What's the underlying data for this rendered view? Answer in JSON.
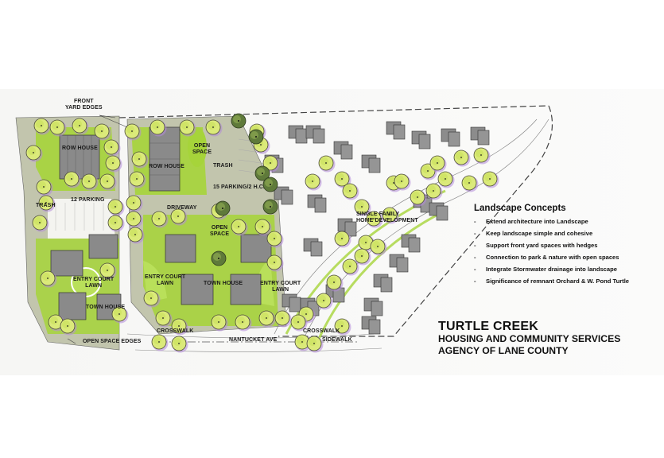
{
  "plan": {
    "title": "TURTLE CREEK",
    "subtitle_lines": [
      "HOUSING AND COMMUNITY SERVICES",
      "AGENCY OF LANE COUNTY"
    ],
    "labels": {
      "front_yard_edges_1": "FRONT",
      "front_yard_edges_2": "YARD EDGES",
      "row_house_west": "ROW HOUSE",
      "row_house_center": "ROW HOUSE",
      "open_space_north_1": "OPEN",
      "open_space_north_2": "SPACE",
      "trash_north": "TRASH",
      "trash_west": "TRASH",
      "parking_12": "12 PARKING",
      "parking_15": "15 PARKING/2 H.C.",
      "driveway": "DRIVEWAY",
      "open_space_center_1": "OPEN",
      "open_space_center_2": "SPACE",
      "entry_court_west_1": "ENTRY COURT",
      "entry_court_west_2": "LAWN",
      "entry_court_center_1": "ENTRY COURT",
      "entry_court_center_2": "LAWN",
      "entry_court_east_1": "ENTRY COURT",
      "entry_court_east_2": "LAWN",
      "town_house_west": "TOWN HOUSE",
      "town_house_center": "TOWN HOUSE",
      "open_space_edges": "OPEN SPACE EDGES",
      "crosswalk_west": "CROSSWALK",
      "crosswalk_east": "CROSSWALK",
      "nantucket_ave": "NANTUCKET AVE",
      "sidewalk": "SIDEWALK",
      "single_family_1": "SINGLE FAMILY",
      "single_family_2": "HOME DEVELOPMENT"
    }
  },
  "concepts": {
    "heading": "Landscape Concepts",
    "bullet": "-",
    "items": [
      "Extend architecture into Landscape",
      "Keep landscape simple and cohesive",
      "Support front yard spaces with hedges",
      "Connection to park & nature with open spaces",
      "Integrate Stormwater drainage into landscape",
      "Significance of remnant Orchard & W. Pond Turtle"
    ]
  },
  "colors": {
    "grass": "#a6d43a",
    "tree_fill": "#dbea7a",
    "tree_shadow": "#b28ad8",
    "building": "#8a8a8a",
    "hardscape": "#b5b8a0",
    "panel": "#f6f6f4"
  }
}
